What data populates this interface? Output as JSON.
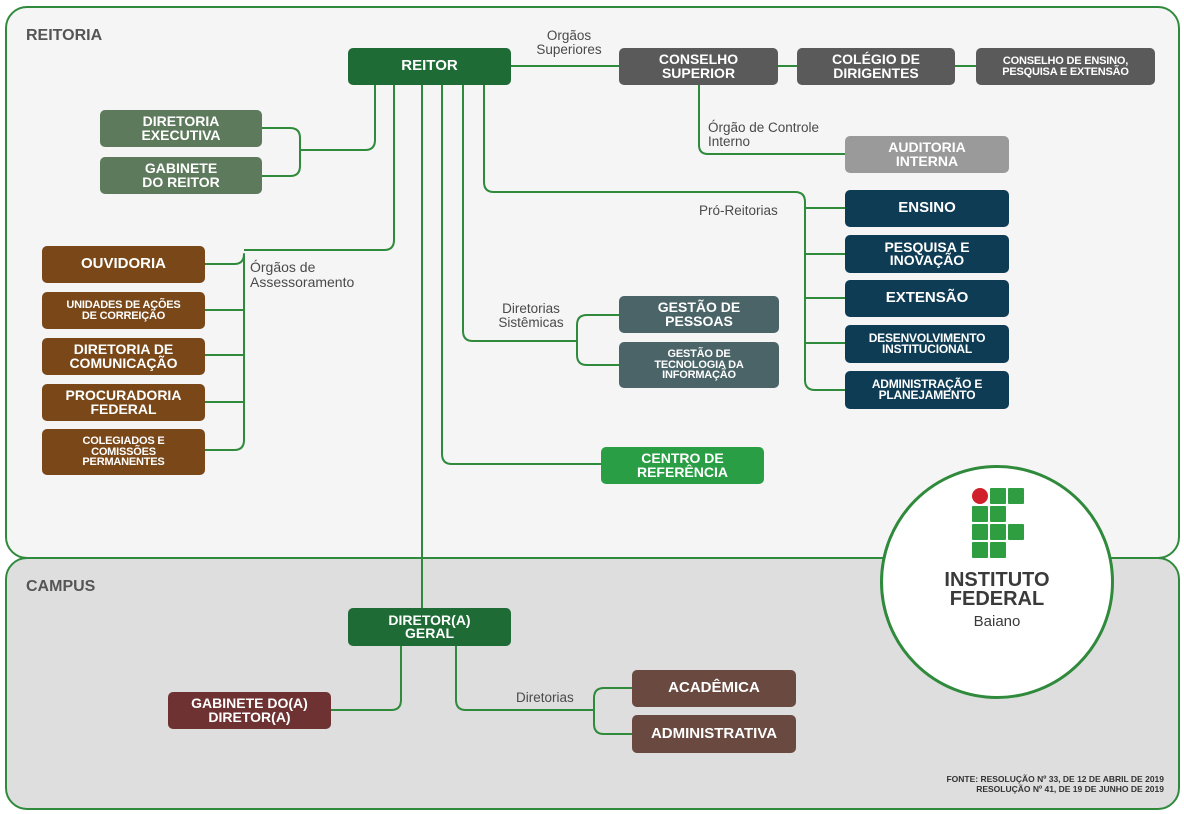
{
  "sections": {
    "reitoria": "REITORIA",
    "campus": "CAMPUS"
  },
  "colors": {
    "connector": "#2f8a3c",
    "rector": "#1e6b36",
    "council": "#5a5a5a",
    "audit": "#9a9a9a",
    "executive": "#5e7a5c",
    "advisory": "#7a4818",
    "pro_rectorates": "#0f3c55",
    "systemic": "#4a6468",
    "reference_center": "#2a9e45",
    "campus_cabinet": "#6e3232",
    "campus_directorates": "#6a4a40"
  },
  "nodes": {
    "reitor": [
      "REITOR"
    ],
    "conselho_superior": [
      "CONSELHO",
      "SUPERIOR"
    ],
    "colegio_dirigentes": [
      "COLÉGIO DE",
      "DIRIGENTES"
    ],
    "conselho_ensino": [
      "CONSELHO DE ENSINO,",
      "PESQUISA E EXTENSÃO"
    ],
    "auditoria": [
      "AUDITORIA",
      "INTERNA"
    ],
    "diretoria_executiva": [
      "DIRETORIA",
      "EXECUTIVA"
    ],
    "gabinete_reitor": [
      "GABINETE",
      "DO REITOR"
    ],
    "ouvidoria": [
      "OUVIDORIA"
    ],
    "unidades_correicao": [
      "UNIDADES DE AÇÕES",
      "DE CORREIÇÃO"
    ],
    "diretoria_comunicacao": [
      "DIRETORIA DE",
      "COMUNICAÇÃO"
    ],
    "procuradoria": [
      "PROCURADORIA",
      "FEDERAL"
    ],
    "colegiados": [
      "COLEGIADOS E",
      "COMISSÕES",
      "PERMANENTES"
    ],
    "ensino": [
      "ENSINO"
    ],
    "pesquisa": [
      "PESQUISA E",
      "INOVAÇÃO"
    ],
    "extensao": [
      "EXTENSÃO"
    ],
    "desenvolvimento": [
      "DESENVOLVIMENTO",
      "INSTITUCIONAL"
    ],
    "administracao_planejamento": [
      "ADMINISTRAÇÃO E",
      "PLANEJAMENTO"
    ],
    "gestao_pessoas": [
      "GESTÃO DE",
      "PESSOAS"
    ],
    "gestao_ti": [
      "GESTÃO DE",
      "TECNOLOGIA DA",
      "INFORMAÇÃO"
    ],
    "centro_referencia": [
      "CENTRO DE",
      "REFERÊNCIA"
    ],
    "diretor_geral": [
      "DIRETOR(A)",
      "GERAL"
    ],
    "gabinete_diretor": [
      "GABINETE DO(A)",
      "DIRETOR(A)"
    ],
    "academica": [
      "ACADÊMICA"
    ],
    "administrativa": [
      "ADMINISTRATIVA"
    ]
  },
  "labels": {
    "orgaos_superiores": [
      "Orgãos",
      "Superiores"
    ],
    "controle_interno": [
      "Órgão de Controle",
      "Interno"
    ],
    "pro_reitorias": [
      "Pró-Reitorias"
    ],
    "assessoramento": [
      "Órgãos de",
      "Assessoramento"
    ],
    "diretorias_sistemicas": [
      "Diretorias",
      "Sistêmicas"
    ],
    "diretorias": [
      "Diretorias"
    ]
  },
  "logo": {
    "line1": "INSTITUTO",
    "line2": "FEDERAL",
    "subtitle": "Baiano"
  },
  "source": [
    "FONTE: RESOLUÇÃO Nº 33, DE 12 DE ABRIL DE 2019",
    "RESOLUÇÃO Nº 41, DE 19 DE JUNHO DE 2019"
  ]
}
